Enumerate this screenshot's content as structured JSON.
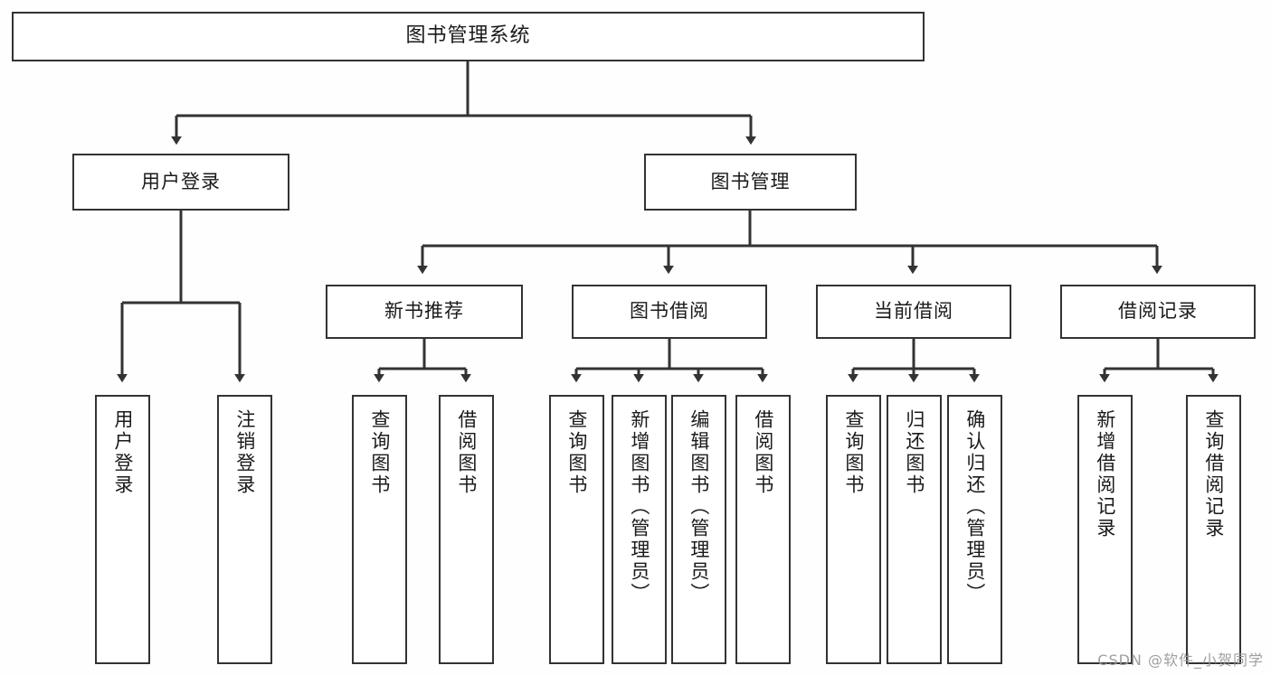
{
  "diagram": {
    "title": "图书管理系统",
    "type": "tree",
    "colors": {
      "background": "#fefefe",
      "box_fill": "#ffffff",
      "box_stroke": "#333333",
      "connector": "#333333",
      "text": "#1a1a1a",
      "watermark": "#9a9a9a"
    },
    "root": {
      "label": "图书管理系统"
    },
    "level2": [
      {
        "label": "用户登录"
      },
      {
        "label": "图书管理"
      }
    ],
    "level3": [
      {
        "label": "新书推荐"
      },
      {
        "label": "图书借阅"
      },
      {
        "label": "当前借阅"
      },
      {
        "label": "借阅记录"
      }
    ],
    "leaves": {
      "user_login": [
        {
          "label": "用户登录"
        },
        {
          "label": "注销登录"
        }
      ],
      "new_book_recommend": [
        {
          "label": "查询图书"
        },
        {
          "label": "借阅图书"
        }
      ],
      "book_borrow": [
        {
          "label": "查询图书"
        },
        {
          "label": "新增图书（管理员）"
        },
        {
          "label": "编辑图书（管理员）"
        },
        {
          "label": "借阅图书"
        }
      ],
      "current_borrow": [
        {
          "label": "查询图书"
        },
        {
          "label": "归还图书"
        },
        {
          "label": "确认归还（管理员）"
        }
      ],
      "borrow_record": [
        {
          "label": "新增借阅记录"
        },
        {
          "label": "查询借阅记录"
        }
      ]
    }
  },
  "watermark": {
    "text": "CSDN @软件_小贺同学"
  }
}
